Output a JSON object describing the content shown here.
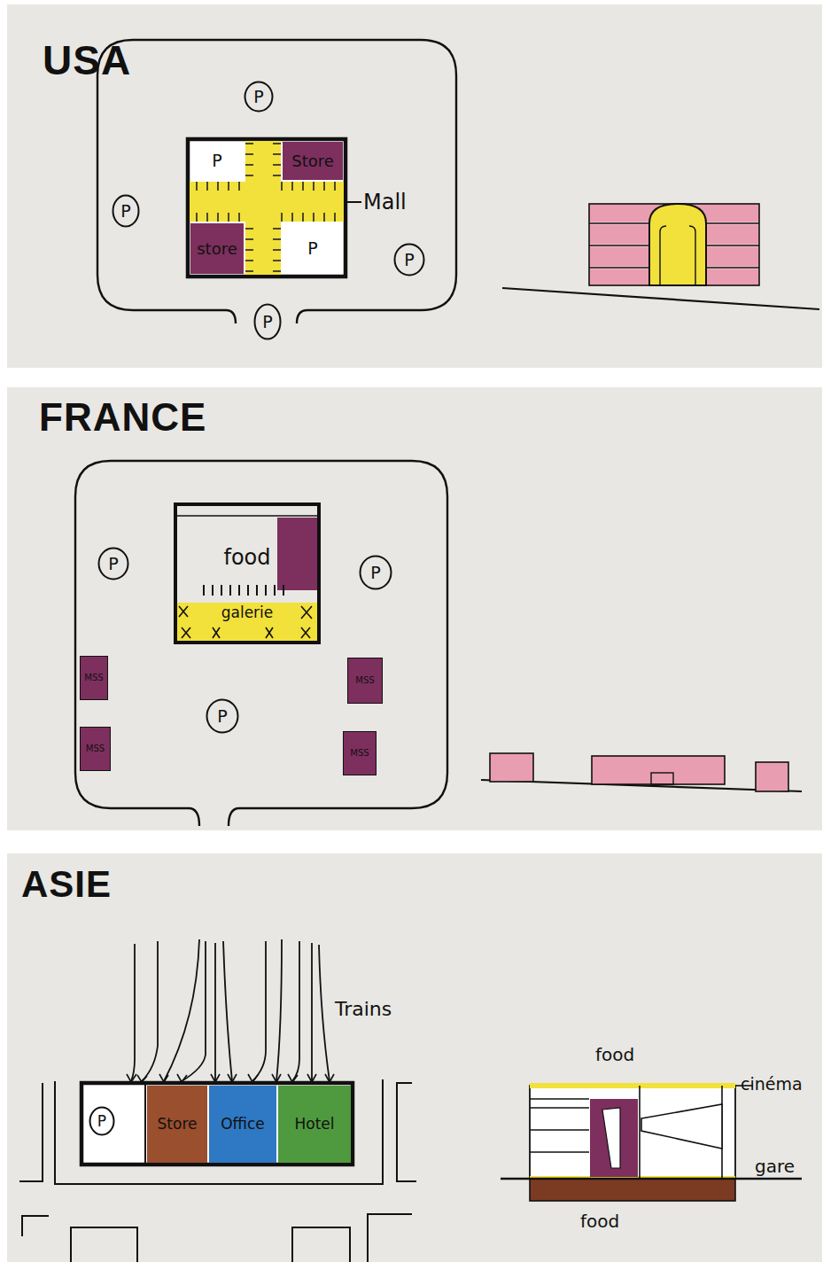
{
  "diagram": {
    "nodes": [
      {
        "text": [
          "USA"
        ]
      },
      {
        "text": [
          "P"
        ],
        "in": 0
      },
      {
        "text": [
          "P"
        ],
        "in": 0
      },
      {
        "text": [
          "Store"
        ],
        "in": 0
      },
      {
        "text": [
          "P"
        ],
        "in": 0
      },
      {
        "text": [
          "store"
        ],
        "in": 0
      },
      {
        "text": [
          "P"
        ],
        "in": 0
      },
      {
        "text": [
          "P"
        ],
        "in": 0
      },
      {
        "text": [
          "P"
        ],
        "in": 0
      },
      {
        "text": [
          "FRANCE"
        ]
      },
      {
        "text": [
          "food"
        ],
        "in": 9
      },
      {
        "text": [
          "galerie"
        ],
        "in": 10
      },
      {
        "text": [
          "P"
        ],
        "in": 9
      },
      {
        "text": [
          "P"
        ],
        "in": 9
      },
      {
        "text": [
          "MSS"
        ],
        "in": 9
      },
      {
        "text": [
          "MSS"
        ],
        "in": 9
      },
      {
        "text": [
          "P"
        ],
        "in": 9
      },
      {
        "text": [
          "MSS"
        ],
        "in": 9
      },
      {
        "text": [
          "MSS"
        ],
        "in": 9
      },
      {
        "text": [
          "ASIE"
        ]
      },
      {
        "text": [
          "P"
        ],
        "in": 19
      },
      {
        "text": [
          "Store"
        ],
        "in": 19
      },
      {
        "text": [
          "Office"
        ],
        "in": 19
      },
      {
        "text": [
          "Hotel"
        ],
        "in": 19
      }
    ],
    "labels": [
      "Mall",
      "Trains",
      "food",
      "cinéma",
      "gare",
      "food"
    ]
  }
}
